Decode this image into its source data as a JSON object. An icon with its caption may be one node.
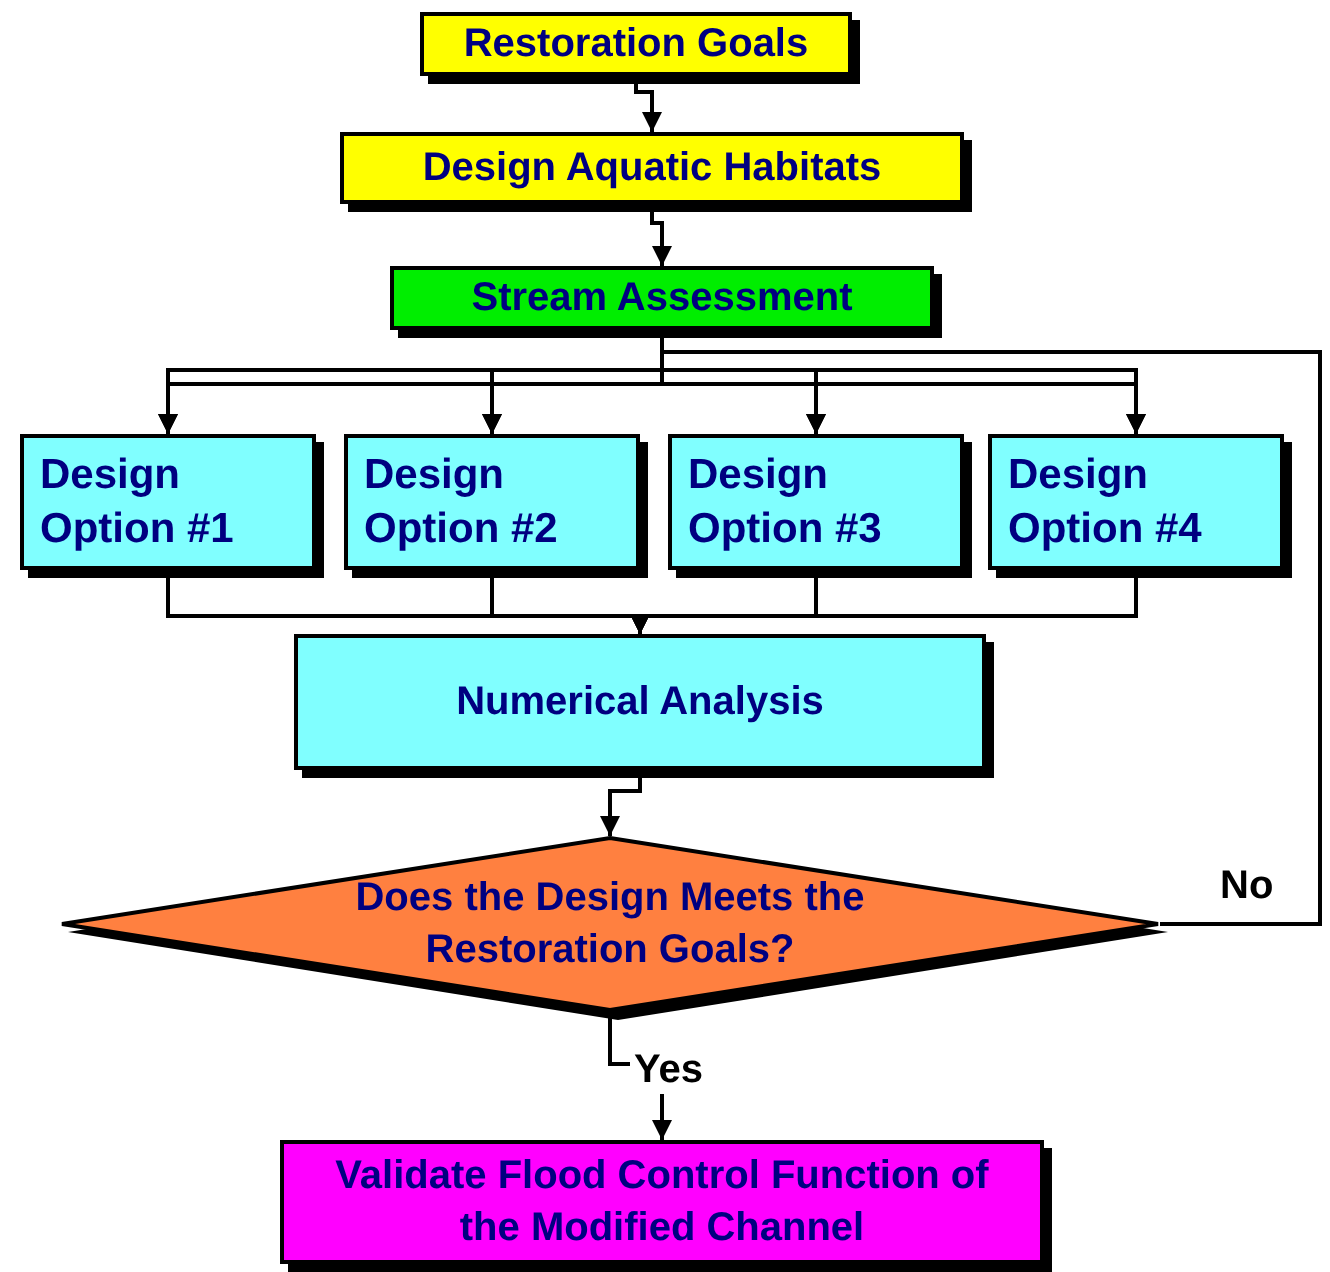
{
  "diagram": {
    "nodes": [
      {
        "text": [
          "Restoration Goals"
        ]
      },
      {
        "text": [
          "Design Aquatic Habitats"
        ]
      },
      {
        "text": [
          "Stream Assessment"
        ]
      },
      {
        "text": [
          "Design Option #1"
        ]
      },
      {
        "text": [
          "Design Option #2"
        ]
      },
      {
        "text": [
          "Design Option #3"
        ]
      },
      {
        "text": [
          "Design Option #4"
        ]
      },
      {
        "text": [
          "Numerical Analysis"
        ]
      },
      {
        "text": [
          "Does the Design Meets the Restoration Goals?"
        ]
      },
      {
        "text": [
          "Validate Flood Control Function of the Modified Channel"
        ]
      }
    ],
    "edges": [
      {
        "from": 0,
        "to": 1,
        "arrow": "to"
      },
      {
        "from": 1,
        "to": 2,
        "arrow": "to"
      },
      {
        "from": 2,
        "to": 3,
        "arrow": "to"
      },
      {
        "from": 2,
        "to": 4,
        "arrow": "to"
      },
      {
        "from": 2,
        "to": 5,
        "arrow": "to"
      },
      {
        "from": 2,
        "to": 6,
        "arrow": "to"
      },
      {
        "from": 3,
        "to": 7,
        "arrow": "to"
      },
      {
        "from": 4,
        "to": 7,
        "arrow": "to"
      },
      {
        "from": 5,
        "to": 7,
        "arrow": "to"
      },
      {
        "from": 6,
        "to": 7,
        "arrow": "to"
      },
      {
        "from": 7,
        "to": 8,
        "arrow": "to"
      },
      {
        "from": 8,
        "to": 9,
        "arrow": "to",
        "label": "Yes"
      },
      {
        "from": 8,
        "to": 3,
        "arrow": "to",
        "label": "No"
      },
      {
        "from": 8,
        "to": 4,
        "arrow": "to"
      },
      {
        "from": 8,
        "to": 5,
        "arrow": "to"
      },
      {
        "from": 8,
        "to": 6,
        "arrow": "to"
      }
    ]
  }
}
